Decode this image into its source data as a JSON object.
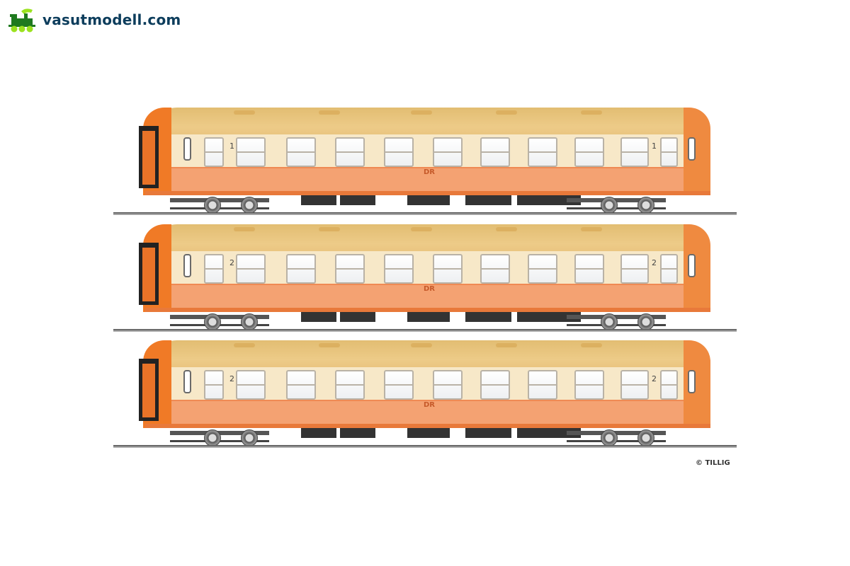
{
  "logo": {
    "text": "vasutmodell.com",
    "icon": "locomotive-icon",
    "colors": {
      "green": "#1f7a1f",
      "lime": "#9be21f",
      "text": "#0d3d5c"
    }
  },
  "coaches": [
    {
      "class_label": "1",
      "operator": "DR"
    },
    {
      "class_label": "2",
      "operator": "DR"
    },
    {
      "class_label": "2",
      "operator": "DR"
    }
  ],
  "copyright": "© TILLIG",
  "colors": {
    "roof": "#e8c07a",
    "cream": "#f7e8c8",
    "orange": "#f4a272",
    "end": "#f07a26"
  }
}
